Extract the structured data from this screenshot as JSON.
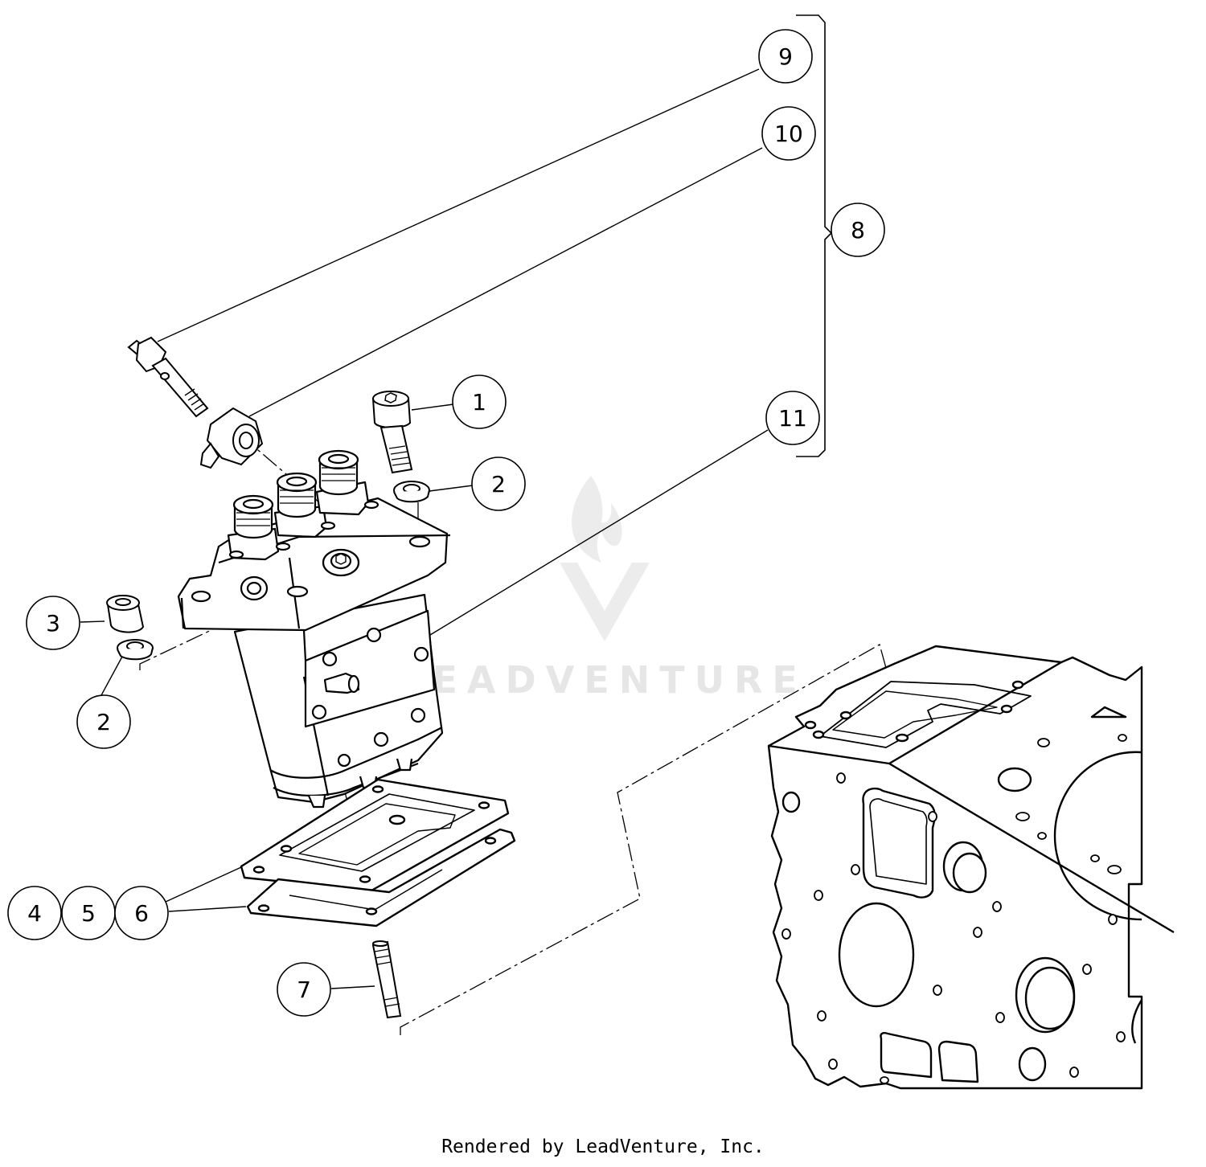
{
  "callouts": {
    "c1": "1",
    "c2a": "2",
    "c2b": "2",
    "c3": "3",
    "c4": "4",
    "c5": "5",
    "c6": "6",
    "c7": "7",
    "c8": "8",
    "c9": "9",
    "c10": "10",
    "c11": "11"
  },
  "watermark": {
    "brand": "LEADVENTURE",
    "logo_icon": "flame-v-logo-icon"
  },
  "footer": {
    "text": "Rendered by LeadVenture, Inc."
  },
  "colors": {
    "line": "#000000",
    "watermark": "#e6e6e6",
    "background": "#ffffff"
  }
}
